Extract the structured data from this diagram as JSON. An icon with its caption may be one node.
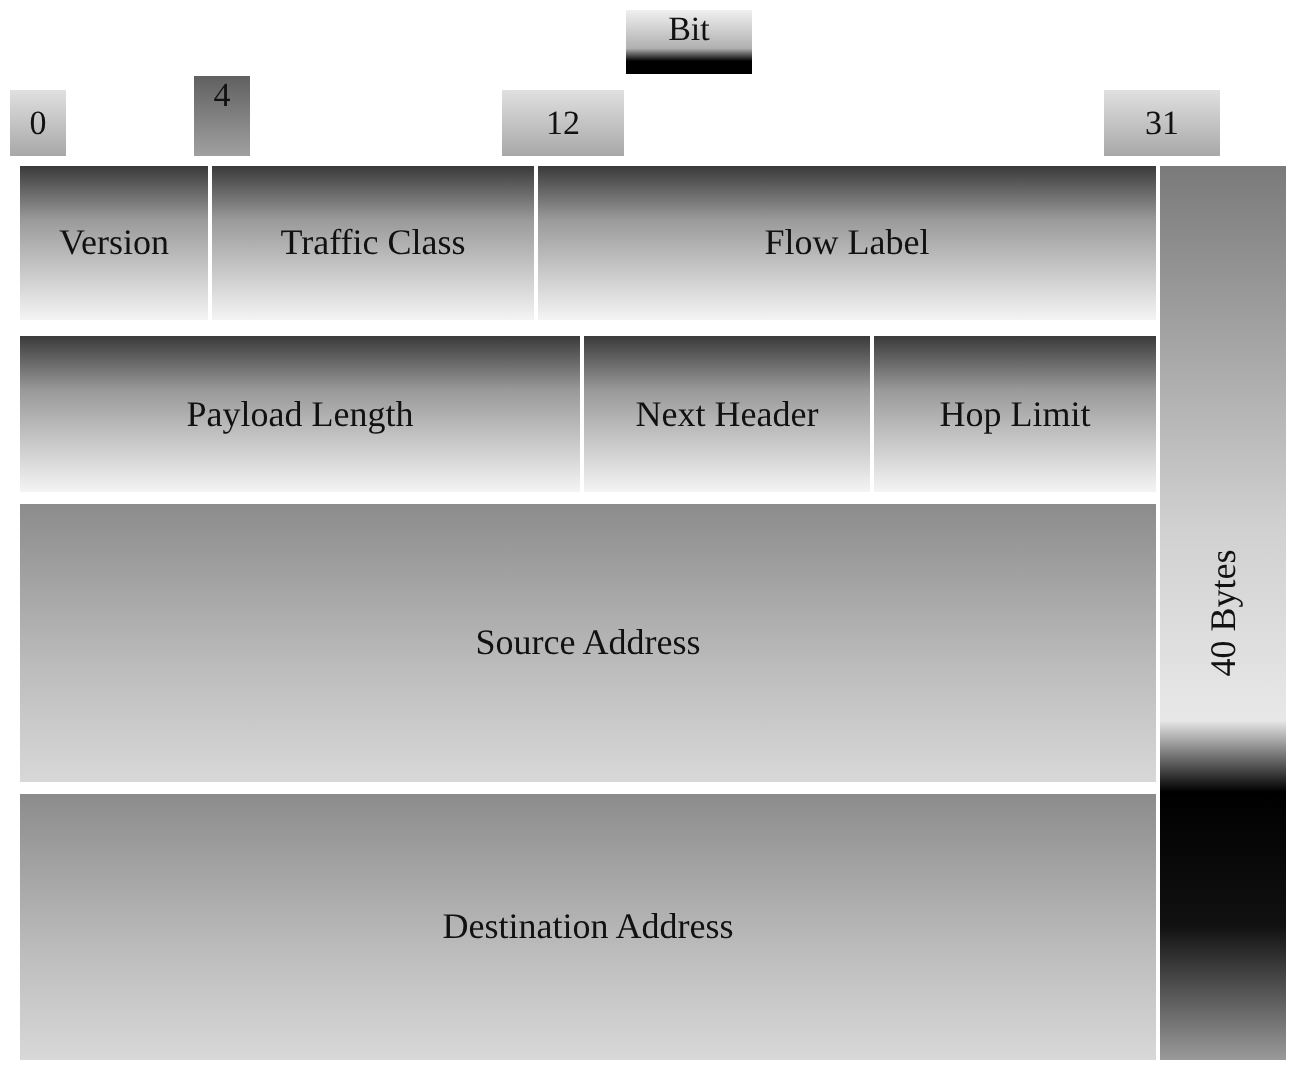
{
  "diagram": {
    "nodes": [
      {
        "text": [
          "Version"
        ]
      },
      {
        "text": [
          "Traffic Class"
        ]
      },
      {
        "text": [
          "Flow Label"
        ]
      },
      {
        "text": [
          "Payload Length"
        ]
      },
      {
        "text": [
          "Next Header"
        ]
      },
      {
        "text": [
          "Hop Limit"
        ]
      },
      {
        "text": [
          "Source Address"
        ]
      },
      {
        "text": [
          "Destination Address"
        ]
      },
      {
        "text": [
          "40 Bytes"
        ]
      }
    ],
    "labels": [
      "Bit",
      "0",
      "4",
      "12",
      "31"
    ]
  }
}
